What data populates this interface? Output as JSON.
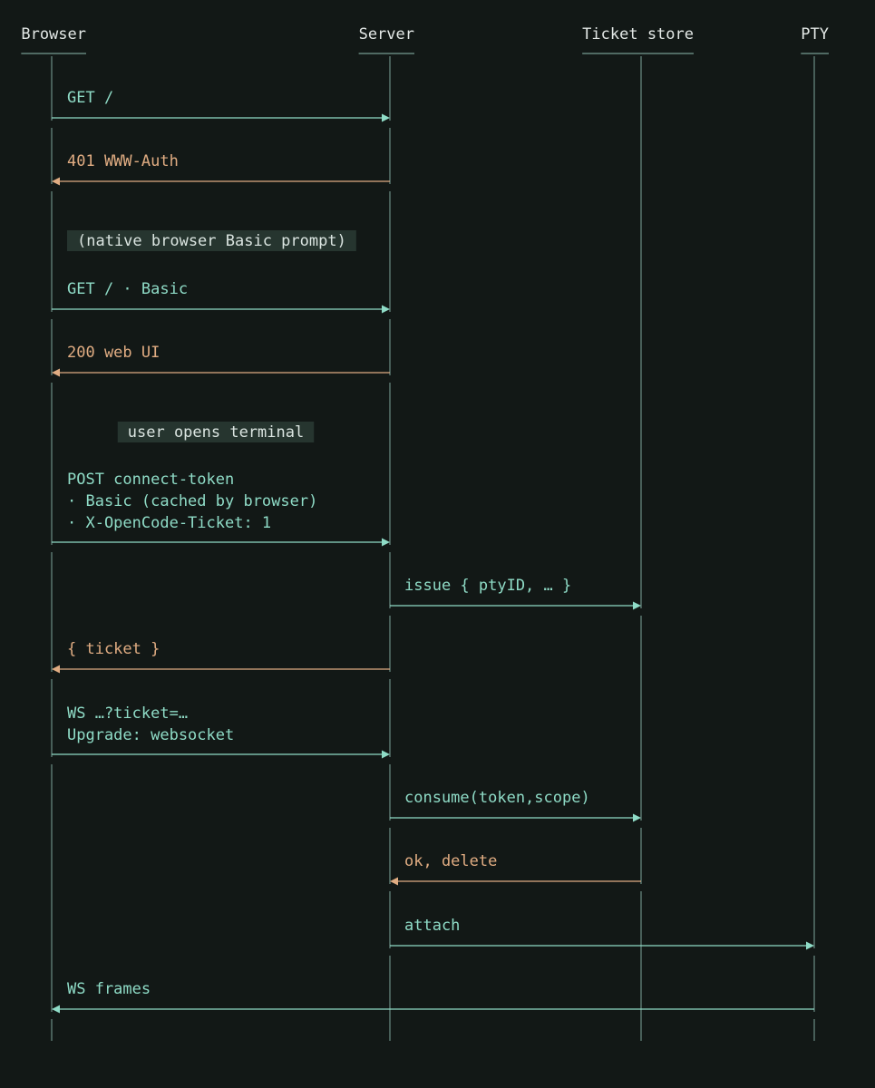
{
  "colors": {
    "background": "#121816",
    "lifeline": "#8fbdb0",
    "request": "#8fdcc7",
    "response": "#e0ac82",
    "note_bg": "#26352f",
    "note_text": "#dbe5e1",
    "header_text": "#e3e8e6"
  },
  "participants": [
    {
      "id": "browser",
      "label": "Browser"
    },
    {
      "id": "server",
      "label": "Server"
    },
    {
      "id": "tickets",
      "label": "Ticket store"
    },
    {
      "id": "pty",
      "label": "PTY"
    }
  ],
  "steps": [
    {
      "kind": "message",
      "from": "browser",
      "to": "server",
      "style": "request",
      "lines": [
        "GET /"
      ]
    },
    {
      "kind": "message",
      "from": "server",
      "to": "browser",
      "style": "response",
      "lines": [
        "401 WWW-Auth"
      ]
    },
    {
      "kind": "note",
      "over": "browser",
      "text": "(native browser Basic prompt)"
    },
    {
      "kind": "message",
      "from": "browser",
      "to": "server",
      "style": "request",
      "lines": [
        "GET / · Basic"
      ]
    },
    {
      "kind": "message",
      "from": "server",
      "to": "browser",
      "style": "response",
      "lines": [
        "200 web UI"
      ]
    },
    {
      "kind": "note",
      "over": "browser",
      "text": "user opens terminal"
    },
    {
      "kind": "message",
      "from": "browser",
      "to": "server",
      "style": "request",
      "lines": [
        "POST connect-token",
        "· Basic (cached by browser)",
        "· X-OpenCode-Ticket: 1"
      ]
    },
    {
      "kind": "message",
      "from": "server",
      "to": "tickets",
      "style": "request",
      "lines": [
        "issue { ptyID, … }"
      ]
    },
    {
      "kind": "message",
      "from": "server",
      "to": "browser",
      "style": "response",
      "lines": [
        "{ ticket }"
      ]
    },
    {
      "kind": "message",
      "from": "browser",
      "to": "server",
      "style": "request",
      "lines": [
        "WS …?ticket=…",
        "Upgrade: websocket"
      ]
    },
    {
      "kind": "message",
      "from": "server",
      "to": "tickets",
      "style": "request",
      "lines": [
        "consume(token,scope)"
      ]
    },
    {
      "kind": "message",
      "from": "tickets",
      "to": "server",
      "style": "response",
      "lines": [
        "ok, delete"
      ]
    },
    {
      "kind": "message",
      "from": "server",
      "to": "pty",
      "style": "request",
      "lines": [
        "attach"
      ]
    },
    {
      "kind": "message",
      "from": "pty",
      "to": "browser",
      "style": "request",
      "lines": [
        "WS frames"
      ]
    }
  ]
}
